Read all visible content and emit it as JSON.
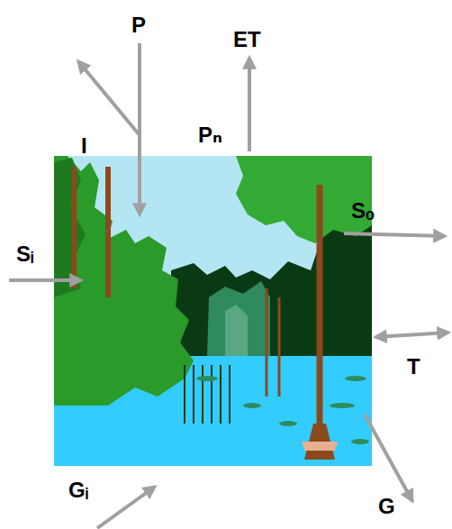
{
  "diagram": {
    "labels": [
      "P",
      "ET",
      "I",
      "Pₙ",
      "Sₒ",
      "Sᵢ",
      "T",
      "Gᵢ",
      "G"
    ]
  }
}
